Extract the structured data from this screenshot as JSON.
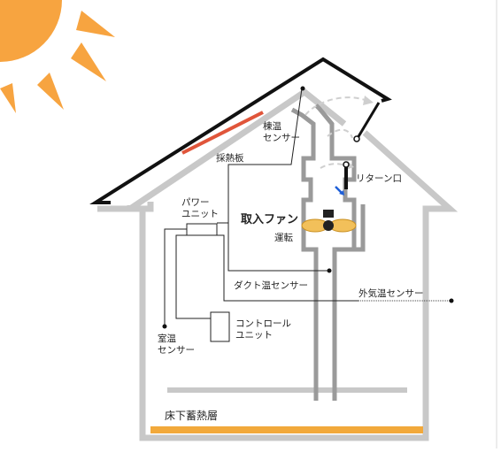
{
  "labels": {
    "ridge_sensor": "棟温\nセンサー",
    "collector_plate": "採熱板",
    "power_unit": "パワー\nユニット",
    "intake_fan": "取入ファン",
    "fan_status": "運転",
    "return_port": "リターン口",
    "duct_sensor": "ダクト温センサー",
    "outdoor_sensor": "外気温センサー",
    "control_unit": "コントロール\nユニット",
    "room_sensor": "室温\nセンサー",
    "floor_storage": "床下蓄熱層"
  },
  "colors": {
    "sun": "#f7a440",
    "roof": "#111111",
    "house_outline": "#c8c8c8",
    "collector": "#e0553a",
    "storage_layer": "#f2a93b",
    "fan": "#f2c05a",
    "flow_arrow": "#1e5fd8"
  },
  "icons": {
    "sun": "sun-icon",
    "fan": "fan-icon",
    "airflow": "curved-arrow-icon"
  }
}
